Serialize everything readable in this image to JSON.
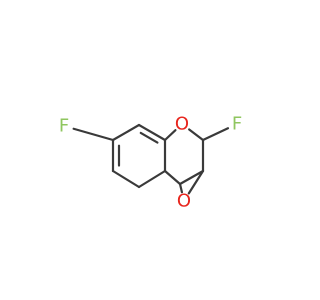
{
  "molecule": {
    "atoms": [
      {
        "id": "F1",
        "label": "F",
        "color": "#8fc65f"
      },
      {
        "id": "O_ring",
        "label": "O",
        "color": "#e8251d"
      },
      {
        "id": "F2",
        "label": "F",
        "color": "#8fc65f"
      },
      {
        "id": "O_epox",
        "label": "O",
        "color": "#e8251d"
      }
    ],
    "bond_color": "#3a3a3a"
  }
}
